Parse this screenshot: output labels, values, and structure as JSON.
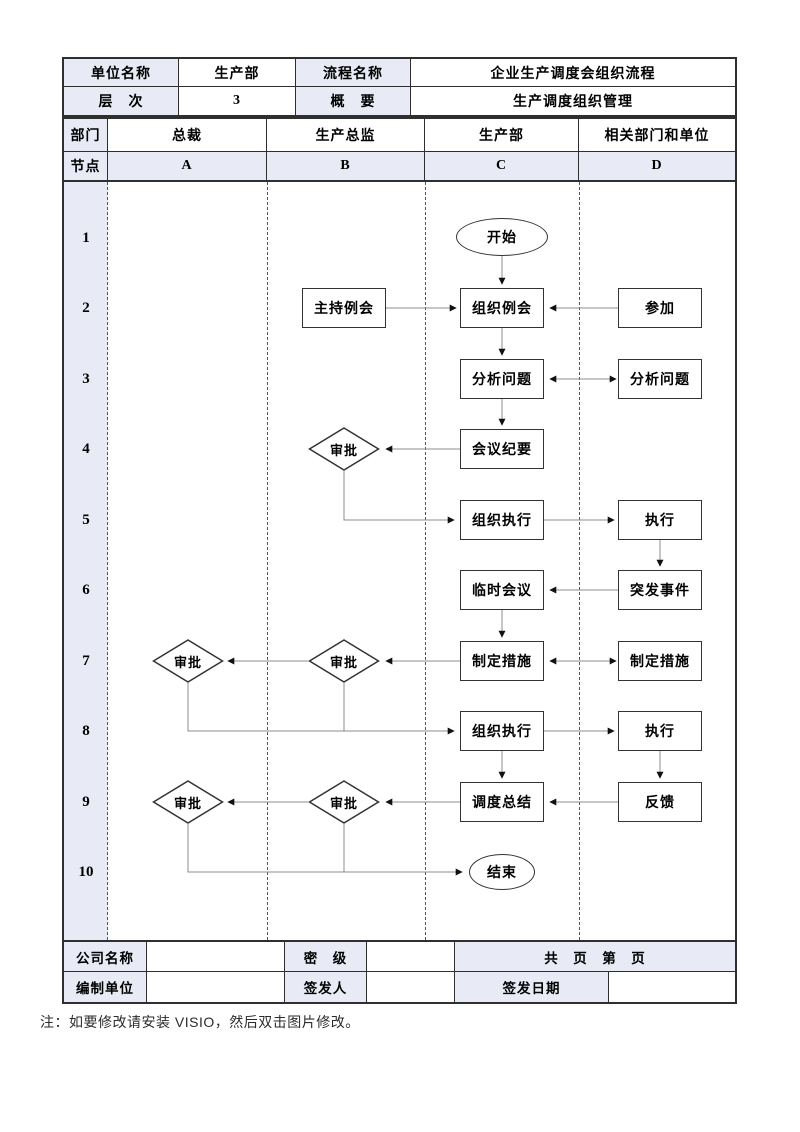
{
  "header": {
    "unit_label": "单位名称",
    "unit_value": "生产部",
    "process_label": "流程名称",
    "process_value": "企业生产调度会组织流程",
    "level_label": "层　次",
    "level_value": "3",
    "summary_label": "概　要",
    "summary_value": "生产调度组织管理"
  },
  "lanes": {
    "dept_header": "部门",
    "node_header": "节点",
    "departments": [
      "总裁",
      "生产总监",
      "生产部",
      "相关部门和单位"
    ],
    "node_codes": [
      "A",
      "B",
      "C",
      "D"
    ]
  },
  "flow": {
    "row_numbers": [
      "1",
      "2",
      "3",
      "4",
      "5",
      "6",
      "7",
      "8",
      "9",
      "10"
    ],
    "nodes": [
      {
        "id": "start",
        "shape": "ellipse",
        "label": "开始"
      },
      {
        "id": "host-meeting",
        "shape": "rect",
        "label": "主持例会"
      },
      {
        "id": "organize-meeting",
        "shape": "rect",
        "label": "组织例会"
      },
      {
        "id": "attend",
        "shape": "rect",
        "label": "参加"
      },
      {
        "id": "analyze-issues-c",
        "shape": "rect",
        "label": "分析问题"
      },
      {
        "id": "analyze-issues-d",
        "shape": "rect",
        "label": "分析问题"
      },
      {
        "id": "approve-b4",
        "shape": "diamond",
        "label": "审批"
      },
      {
        "id": "meeting-minutes",
        "shape": "rect",
        "label": "会议纪要"
      },
      {
        "id": "organize-execution-5",
        "shape": "rect",
        "label": "组织执行"
      },
      {
        "id": "execute-5",
        "shape": "rect",
        "label": "执行"
      },
      {
        "id": "ad-hoc-meeting",
        "shape": "rect",
        "label": "临时会议"
      },
      {
        "id": "emergency-event",
        "shape": "rect",
        "label": "突发事件"
      },
      {
        "id": "approve-a7",
        "shape": "diamond",
        "label": "审批"
      },
      {
        "id": "approve-b7",
        "shape": "diamond",
        "label": "审批"
      },
      {
        "id": "make-measures-c",
        "shape": "rect",
        "label": "制定措施"
      },
      {
        "id": "make-measures-d",
        "shape": "rect",
        "label": "制定措施"
      },
      {
        "id": "organize-execution-8",
        "shape": "rect",
        "label": "组织执行"
      },
      {
        "id": "execute-8",
        "shape": "rect",
        "label": "执行"
      },
      {
        "id": "approve-a9",
        "shape": "diamond",
        "label": "审批"
      },
      {
        "id": "approve-b9",
        "shape": "diamond",
        "label": "审批"
      },
      {
        "id": "dispatch-summary",
        "shape": "rect",
        "label": "调度总结"
      },
      {
        "id": "feedback",
        "shape": "rect",
        "label": "反馈"
      },
      {
        "id": "end",
        "shape": "ellipse",
        "label": "结束"
      }
    ]
  },
  "footer": {
    "company_label": "公司名称",
    "company_value": "",
    "secrecy_label": "密　级",
    "secrecy_value": "",
    "pages_label": "共　页　第　页",
    "prepared_by_label": "编制单位",
    "prepared_by_value": "",
    "issuer_label": "签发人",
    "issuer_value": "",
    "issue_date_label": "签发日期",
    "issue_date_value": ""
  },
  "note": "注：如要修改请安装 VISIO，然后双击图片修改。",
  "colors": {
    "cell_shade": "#e8ebf5",
    "table_border": "#2f2f2f",
    "connector_line": "#8c8c8c",
    "arrowhead": "#111111"
  }
}
